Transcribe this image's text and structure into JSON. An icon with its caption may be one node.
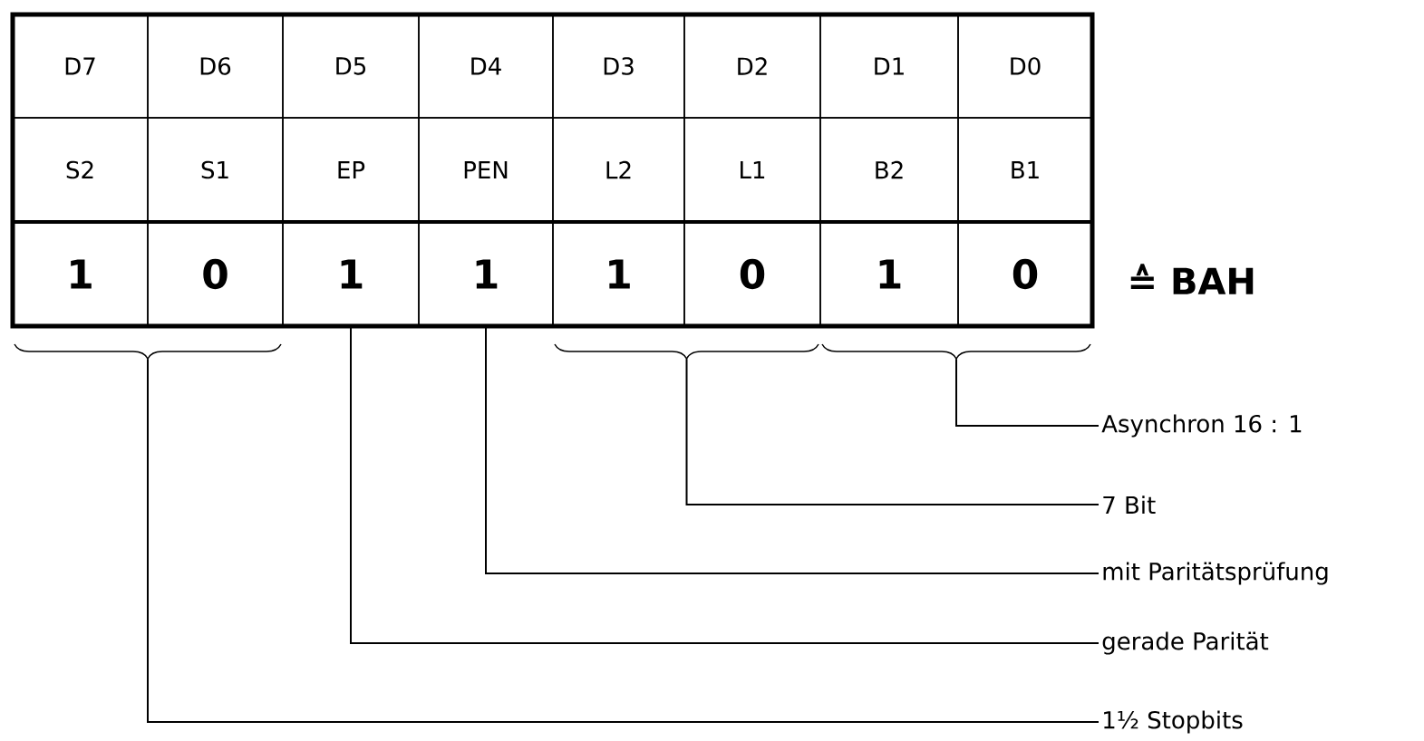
{
  "diagram": {
    "nodes": [
      {
        "text": [
          "D7"
        ]
      },
      {
        "text": [
          "D6"
        ]
      },
      {
        "text": [
          "D5"
        ]
      },
      {
        "text": [
          "D4"
        ]
      },
      {
        "text": [
          "D3"
        ]
      },
      {
        "text": [
          "D2"
        ]
      },
      {
        "text": [
          "D1"
        ]
      },
      {
        "text": [
          "D0"
        ]
      },
      {
        "text": [
          "S2"
        ]
      },
      {
        "text": [
          "S1"
        ]
      },
      {
        "text": [
          "EP"
        ]
      },
      {
        "text": [
          "PEN"
        ]
      },
      {
        "text": [
          "L2"
        ]
      },
      {
        "text": [
          "L1"
        ]
      },
      {
        "text": [
          "B2"
        ]
      },
      {
        "text": [
          "B1"
        ]
      },
      {
        "text": [
          "1"
        ]
      },
      {
        "text": [
          "0"
        ]
      },
      {
        "text": [
          "1"
        ]
      },
      {
        "text": [
          "1"
        ]
      },
      {
        "text": [
          "1"
        ]
      },
      {
        "text": [
          "0"
        ]
      },
      {
        "text": [
          "1"
        ]
      },
      {
        "text": [
          "0"
        ]
      },
      {
        "text": [],
        "shape": "brace"
      },
      {
        "text": [],
        "shape": "brace"
      },
      {
        "text": [],
        "shape": "brace"
      },
      {
        "text": [
          "Asynchron 16 : 1"
        ]
      },
      {
        "text": [
          "7 Bit"
        ]
      },
      {
        "text": [
          "mit Paritätsprüfung"
        ]
      },
      {
        "text": [
          "gerade Parität"
        ]
      },
      {
        "text": [
          "1½ Stopbits"
        ]
      }
    ],
    "edges": [
      {
        "from": 27,
        "to": 26,
        "arrow": "none"
      },
      {
        "from": 28,
        "to": 25,
        "arrow": "none"
      },
      {
        "from": 29,
        "to": 19,
        "arrow": "none"
      },
      {
        "from": 30,
        "to": 18,
        "arrow": "none"
      },
      {
        "from": 31,
        "to": 24,
        "arrow": "none"
      }
    ],
    "labels": [
      "≙ BAH"
    ]
  }
}
